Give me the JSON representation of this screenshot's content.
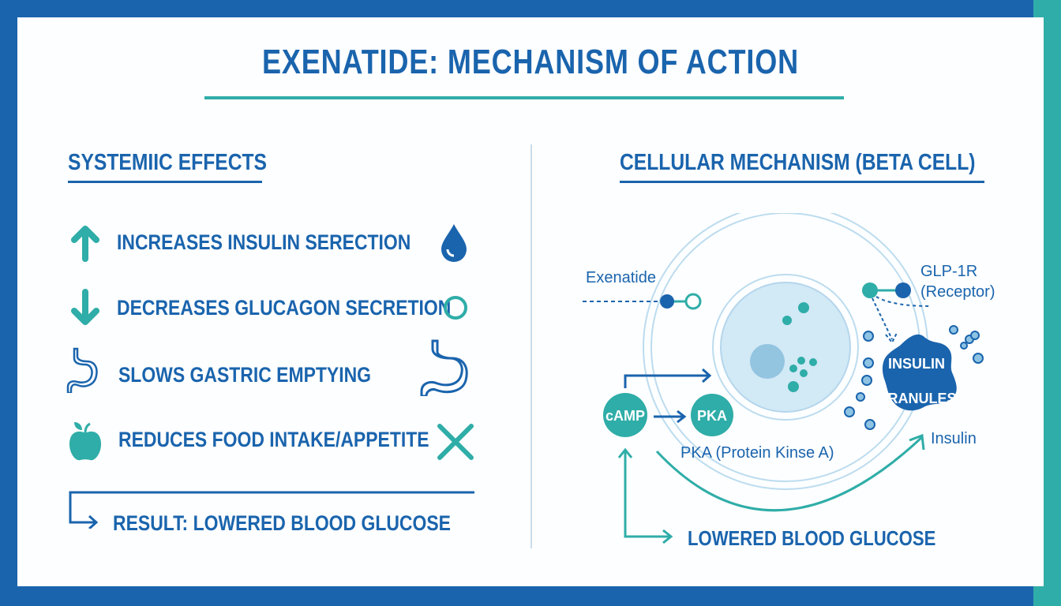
{
  "title": "EXENATIDE: MECHANISM OF ACTION",
  "systemic": {
    "heading": "SYSTEMIIC EFFECTS",
    "items": [
      {
        "label": "INCREASES INSULIN SERECTION",
        "left_icon": "arrow-up-icon",
        "right_icon": "droplet-icon"
      },
      {
        "label": "DECREASES GLUCAGON SECRETION",
        "left_icon": "arrow-down-icon",
        "right_icon": "circle-icon"
      },
      {
        "label": "SLOWS GASTRIC EMPTYING",
        "left_icon": "stomach-icon",
        "right_icon": "stomach-icon"
      },
      {
        "label": "REDUCES FOOD INTAKE/APPETITE",
        "left_icon": "apple-icon",
        "right_icon": "x-icon"
      }
    ],
    "result": "RESULT: LOWERED BLOOD GLUCOSE"
  },
  "cellular": {
    "heading": "CELLULAR MECHANISM (BETA CELL)",
    "exenatide": "Exenatide",
    "receptor_line1": "GLP-1R",
    "receptor_line2": "(Receptor)",
    "camp": "cAMP",
    "pka": "PKA",
    "pka_caption": "PKA (Protein Kinse A)",
    "granules_line1": "INSULIN",
    "granules_line2": "GRANULES",
    "insulin": "Insulin",
    "result": "LOWERED BLOOD GLUCOSE"
  },
  "colors": {
    "blue": "#1a64ad",
    "teal": "#2fada8",
    "light": "#cfe6f4"
  }
}
